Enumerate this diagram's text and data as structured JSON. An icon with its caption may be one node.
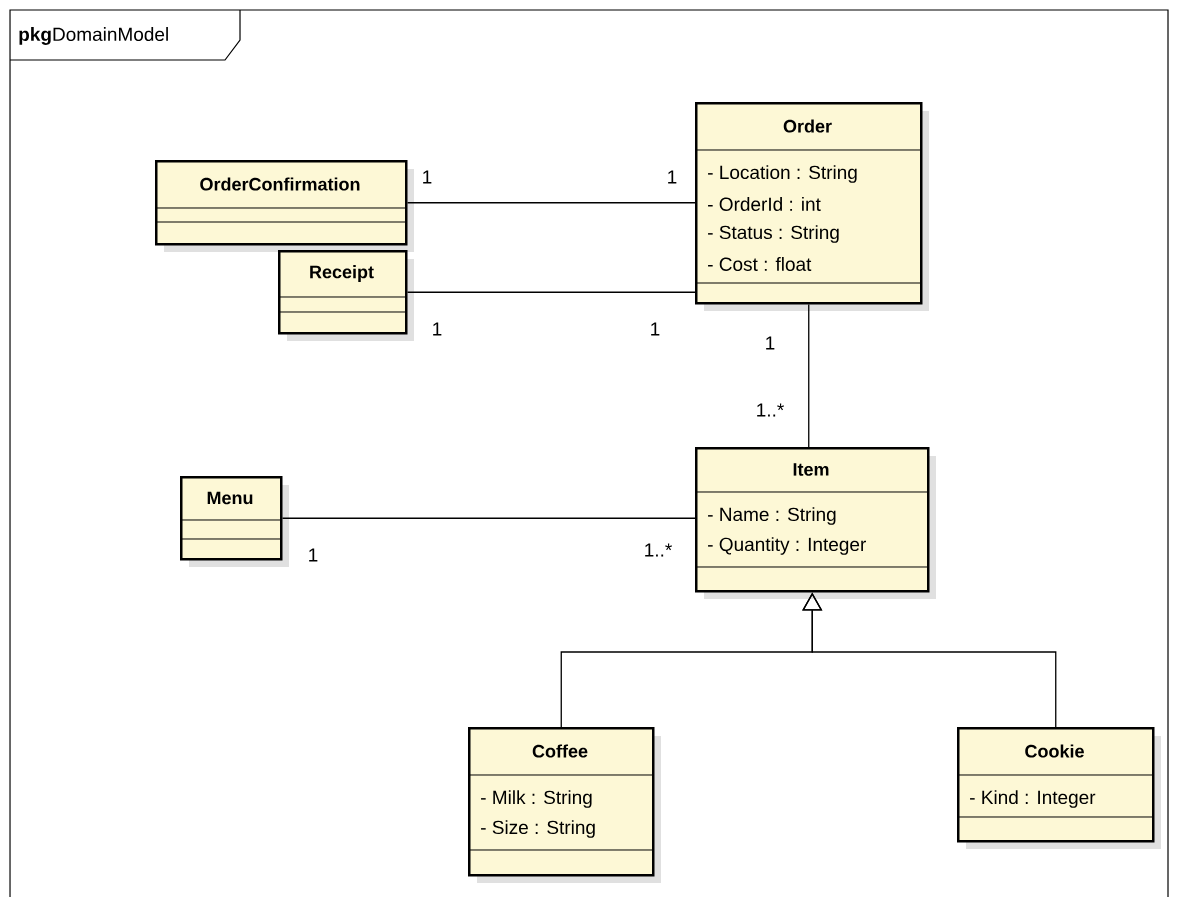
{
  "diagram": {
    "title": "**pkg**DomainModel",
    "nodes": [
      {
        "text": [
          "Order",
          "- Location : String",
          "- OrderId : int",
          "- Status : String",
          "- Cost : float"
        ]
      },
      {
        "text": [
          "OrderConfirmation"
        ]
      },
      {
        "text": [
          "Receipt"
        ]
      },
      {
        "text": [
          "Item",
          "- Name : String",
          "- Quantity : Integer"
        ]
      },
      {
        "text": [
          "Menu"
        ]
      },
      {
        "text": [
          "Coffee",
          "- Milk : String",
          "- Size : String"
        ]
      },
      {
        "text": [
          "Cookie",
          "- Kind : Integer"
        ]
      }
    ],
    "edges": [
      {
        "from": 1,
        "to": 0,
        "arrow": "none"
      },
      {
        "from": 2,
        "to": 0,
        "arrow": "none"
      },
      {
        "from": 0,
        "to": 3,
        "arrow": "none"
      },
      {
        "from": 4,
        "to": 3,
        "arrow": "none"
      },
      {
        "from": 5,
        "to": 3,
        "arrow": "to"
      },
      {
        "from": 6,
        "to": 3,
        "arrow": "to"
      }
    ],
    "labels": [
      "1",
      "1",
      "1",
      "1",
      "1",
      "1..*",
      "1",
      "1..*"
    ]
  }
}
